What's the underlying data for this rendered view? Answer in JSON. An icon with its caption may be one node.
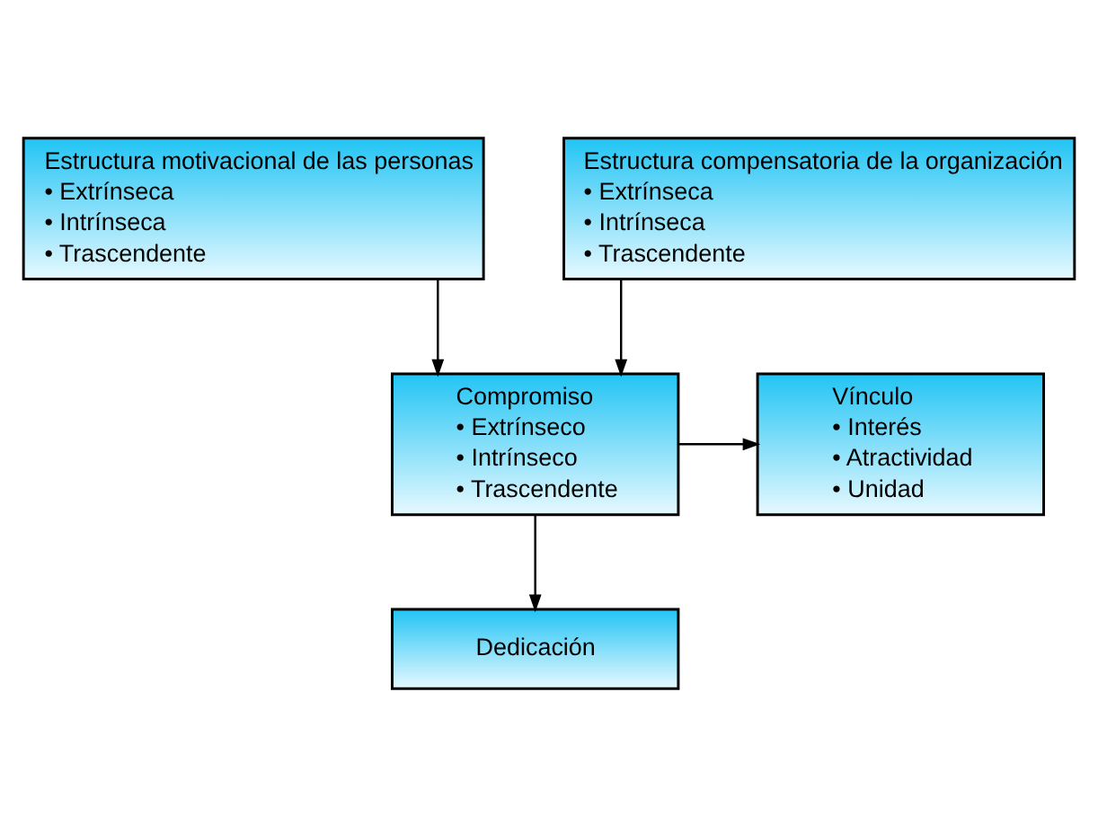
{
  "diagram": {
    "nodes": [
      {
        "text": [
          "Estructura motivacional de las personas",
          "• Extrínseca",
          "• Intrínseca",
          "• Trascendente"
        ]
      },
      {
        "text": [
          "Estructura compensatoria de la organización",
          "• Extrínseca",
          "• Intrínseca",
          "• Trascendente"
        ]
      },
      {
        "text": [
          "Compromiso",
          "• Extrínseco",
          "• Intrínseco",
          "• Trascendente"
        ]
      },
      {
        "text": [
          "Vínculo",
          "• Interés",
          "• Atractividad",
          "• Unidad"
        ]
      },
      {
        "text": [
          "Dedicación"
        ]
      }
    ],
    "edges": [
      {
        "from": 0,
        "to": 2,
        "arrow": "to"
      },
      {
        "from": 1,
        "to": 2,
        "arrow": "to"
      },
      {
        "from": 2,
        "to": 3,
        "arrow": "to"
      },
      {
        "from": 2,
        "to": 4,
        "arrow": "to"
      }
    ]
  }
}
